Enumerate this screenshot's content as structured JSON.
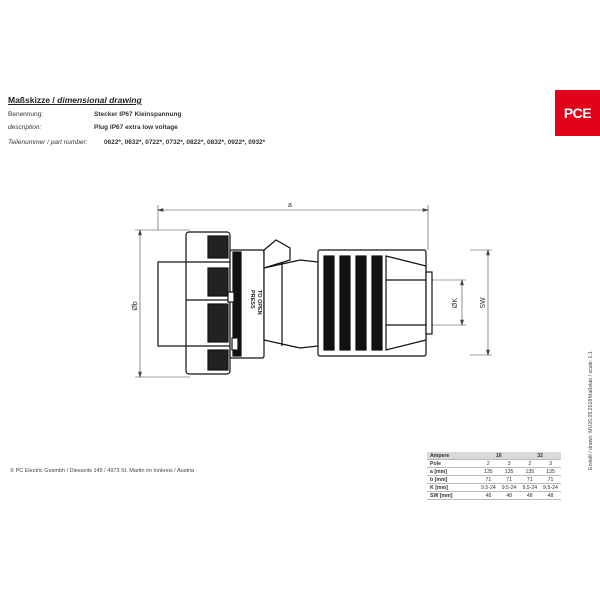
{
  "header": {
    "title_de": "Maßskizze /",
    "title_en": "dimensional drawing",
    "rows": [
      {
        "key": "Benennung:",
        "value": "Stecker IP67 Kleinspannung"
      },
      {
        "key": "description:",
        "value": "Plug IP67 extra low voltage"
      }
    ],
    "part_key": "Teilenummer / part number:",
    "part_value": "0622*, 0632*, 0722*, 0732*, 0822*, 0832*, 0922*, 0932*"
  },
  "logo": {
    "text": "PCE",
    "color": "#e3021b"
  },
  "drawing": {
    "dim_a": "a",
    "dim_b": "Øb",
    "dim_k": "ØK",
    "dim_sw": "SW",
    "press_label_1": "PRESS",
    "press_label_2": "TO OPEN"
  },
  "spec_table": {
    "header_label": "Ampere",
    "amp_values": [
      "16",
      "32"
    ],
    "rows": [
      {
        "label": "Pole",
        "values": [
          "2",
          "3",
          "2",
          "3"
        ]
      },
      {
        "label": "a [mm]",
        "values": [
          "135",
          "135",
          "135",
          "135"
        ]
      },
      {
        "label": "b [mm]",
        "values": [
          "71",
          "71",
          "71",
          "71"
        ]
      },
      {
        "label": "K [mm]",
        "values": [
          "9,5-24",
          "9,5-24",
          "9,5-24",
          "9,5-24"
        ]
      },
      {
        "label": "SW [mm]",
        "values": [
          "48",
          "48",
          "48",
          "48"
        ]
      }
    ]
  },
  "copyright": "© PC Electric Gesmbh / Diesseits 145 / 4973 St. Martin im Innkreis / Austria",
  "side_text": {
    "scale": "Maßstab / scale: 1:1",
    "drawn": "Erstellt / drawn: MU20.09.2018"
  }
}
